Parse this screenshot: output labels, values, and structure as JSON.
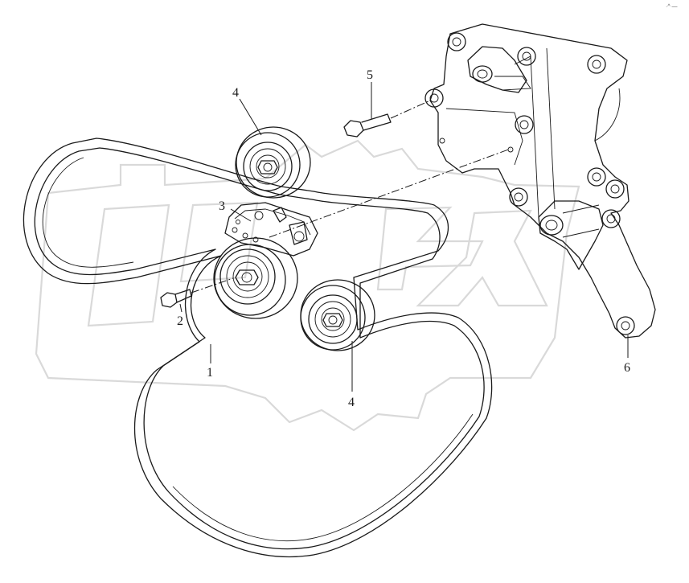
{
  "corner_mark": "·^ —",
  "callouts": [
    {
      "id": "belt",
      "label": "1"
    },
    {
      "id": "bolt-tensioner",
      "label": "2"
    },
    {
      "id": "tensioner",
      "label": "3"
    },
    {
      "id": "idler-upper",
      "label": "4"
    },
    {
      "id": "idler-lower",
      "label": "4"
    },
    {
      "id": "bolt-bracket",
      "label": "5"
    },
    {
      "id": "bracket",
      "label": "6"
    }
  ],
  "colors": {
    "line": "#1a1a1a",
    "watermark": "#d9d9d9",
    "background": "#ffffff"
  }
}
